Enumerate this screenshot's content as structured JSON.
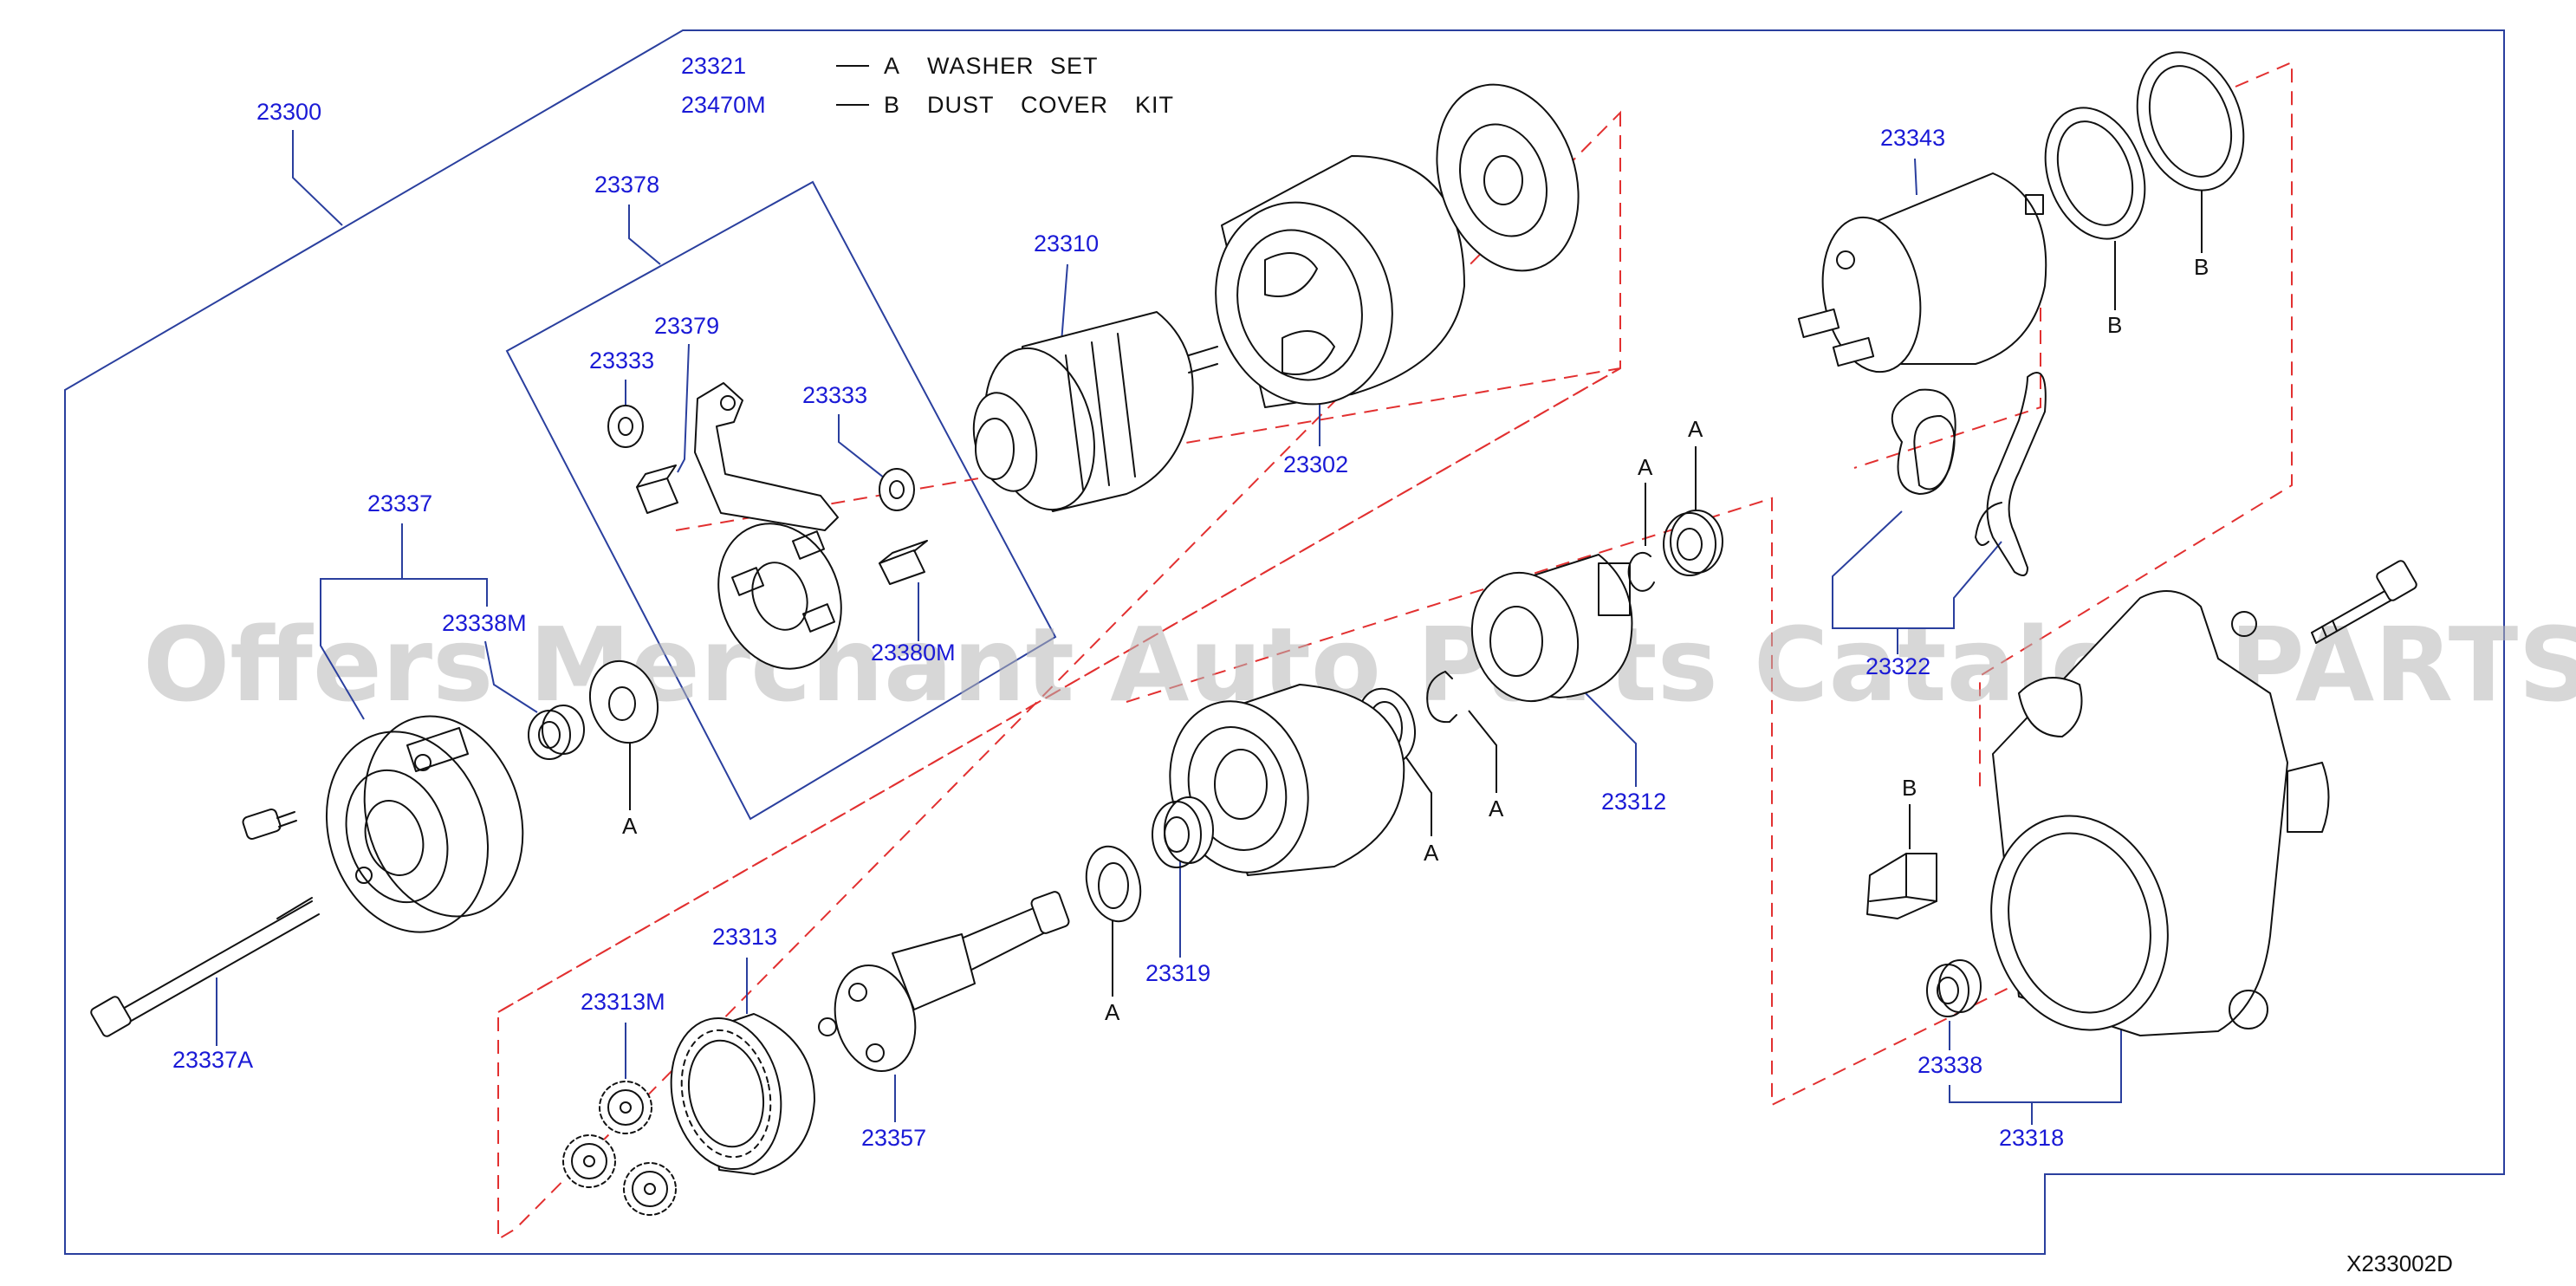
{
  "diagram_code": "X233002D",
  "watermark": "Offers Merchant Auto Parts Catalog PARTSTORE.SA",
  "legend": [
    {
      "part": "23321",
      "letter": "A",
      "words": [
        "WASHER",
        "SET"
      ]
    },
    {
      "part": "23470M",
      "letter": "B",
      "words": [
        "DUST",
        "COVER",
        "KIT"
      ]
    }
  ],
  "parts": {
    "p23300": "23300",
    "p23378": "23378",
    "p23379": "23379",
    "p23333a": "23333",
    "p23333b": "23333",
    "p23380m": "23380M",
    "p23310": "23310",
    "p23302": "23302",
    "p23343": "23343",
    "p23337": "23337",
    "p23338m": "23338M",
    "p23337a": "23337A",
    "p23313": "23313",
    "p23313m": "23313M",
    "p23357": "23357",
    "p23319": "23319",
    "p23312": "23312",
    "p23338": "23338",
    "p23318": "23318",
    "p23322": "23322"
  },
  "markers": {
    "a1": "A",
    "a2": "A",
    "a3": "A",
    "a4": "A",
    "a5": "A",
    "a6": "A",
    "b1": "B",
    "b2": "B",
    "b3": "B"
  }
}
